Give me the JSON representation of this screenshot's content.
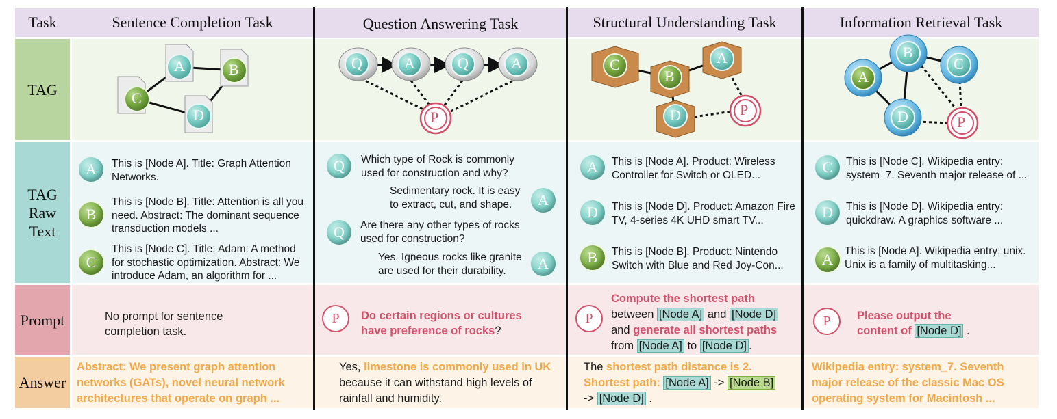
{
  "columns": {
    "task_header": "Task",
    "sentence": "Sentence Completion Task",
    "qa": "Question Answering Task",
    "structural": "Structural Understanding Task",
    "retrieval": "Information Retrieval Task"
  },
  "rows": {
    "tag": "TAG",
    "raw_text_l1": "TAG",
    "raw_text_l2": "Raw",
    "raw_text_l3": "Text",
    "prompt": "Prompt",
    "answer": "Answer"
  },
  "node_letters": {
    "a": "A",
    "b": "B",
    "c": "C",
    "d": "D",
    "q": "Q",
    "p": "P"
  },
  "sentence": {
    "raw": [
      {
        "node": "A",
        "text": "This is [Node A]. Title: Graph Attention Networks."
      },
      {
        "node": "B",
        "text": "This is [Node B]. Title: Attention is all you need. Abstract: The dominant sequence transduction models ..."
      },
      {
        "node": "C",
        "text": "This is [Node C]. Title: Adam: A method for stochastic optimization. Abstract: We introduce Adam, an algorithm for ..."
      }
    ],
    "prompt": "No prompt for sentence completion task.",
    "answer": "Abstract: We present graph attention networks (GATs), novel neural network architectures that operate on graph ..."
  },
  "qa": {
    "raw": [
      {
        "node": "Q",
        "text": "Which type of Rock is commonly used for construction and why?"
      },
      {
        "node": "A",
        "text": "Sedimentary rock. It is easy to extract, cut, and shape."
      },
      {
        "node": "Q",
        "text": "Are there any other types of rocks used for construction?"
      },
      {
        "node": "A",
        "text": "Yes. Igneous rocks like granite are used for their durability."
      }
    ],
    "prompt": "Do certain regions or cultures have preference of rocks",
    "prompt_end": "?",
    "answer_pre": "Yes, ",
    "answer_hl": "limestone is commonly used in UK",
    "answer_post": " because it can withstand high levels of rainfall and humidity."
  },
  "structural": {
    "raw": [
      {
        "node": "A",
        "text": "This is [Node A].  Product: Wireless Controller for Switch or OLED..."
      },
      {
        "node": "D",
        "text": "This is [Node D]. Product: Amazon Fire TV, 4-series 4K UHD smart TV..."
      },
      {
        "node": "B",
        "text": "This is [Node B]. Product: Nintendo Switch with Blue and Red Joy-Con..."
      }
    ],
    "prompt_l1": "Compute the shortest path",
    "prompt_between": "between ",
    "prompt_and": " and ",
    "prompt_and2": "and ",
    "prompt_gen": "generate all shortest paths",
    "prompt_from": "from ",
    "prompt_to": " to ",
    "prompt_end": ".",
    "tag_a": "[Node A]",
    "tag_b": "[Node B]",
    "tag_d": "[Node D]",
    "answer_pre": "The ",
    "answer_hl": "shortest path distance is 2. Shortest path: ",
    "answer_arrow": " -> ",
    "answer_arrow2": "-> ",
    "answer_end": " ."
  },
  "retrieval": {
    "raw": [
      {
        "node": "C",
        "text": "This is [Node C]. Wikipedia entry: system_7. Seventh major release of ..."
      },
      {
        "node": "D",
        "text": "This is [Node D]. Wikipedia entry: quickdraw. A graphics software ..."
      },
      {
        "node": "A",
        "text": "This is [Node A]. Wikipedia entry: unix. Unix is a family of multitasking..."
      }
    ],
    "prompt": "Please output the content of ",
    "prompt_tag": "[Node D]",
    "prompt_end": " .",
    "answer": "Wikipedia entry: system_7. Seventh major release of the classic Mac OS operating system for Macintosh ..."
  },
  "colors": {
    "header_bg": "#e6dcee",
    "tag_row": "#f0f6ea",
    "tag_label": "#b9d59f",
    "raw_row": "#edf6f7",
    "raw_label": "#a9d9d4",
    "prompt_row": "#f8e8ea",
    "prompt_label": "#e3a6ac",
    "answer_row": "#fdf3e6",
    "answer_label": "#f3cc9f",
    "prompt_red": "#d2506a",
    "answer_orange": "#f0a848"
  }
}
